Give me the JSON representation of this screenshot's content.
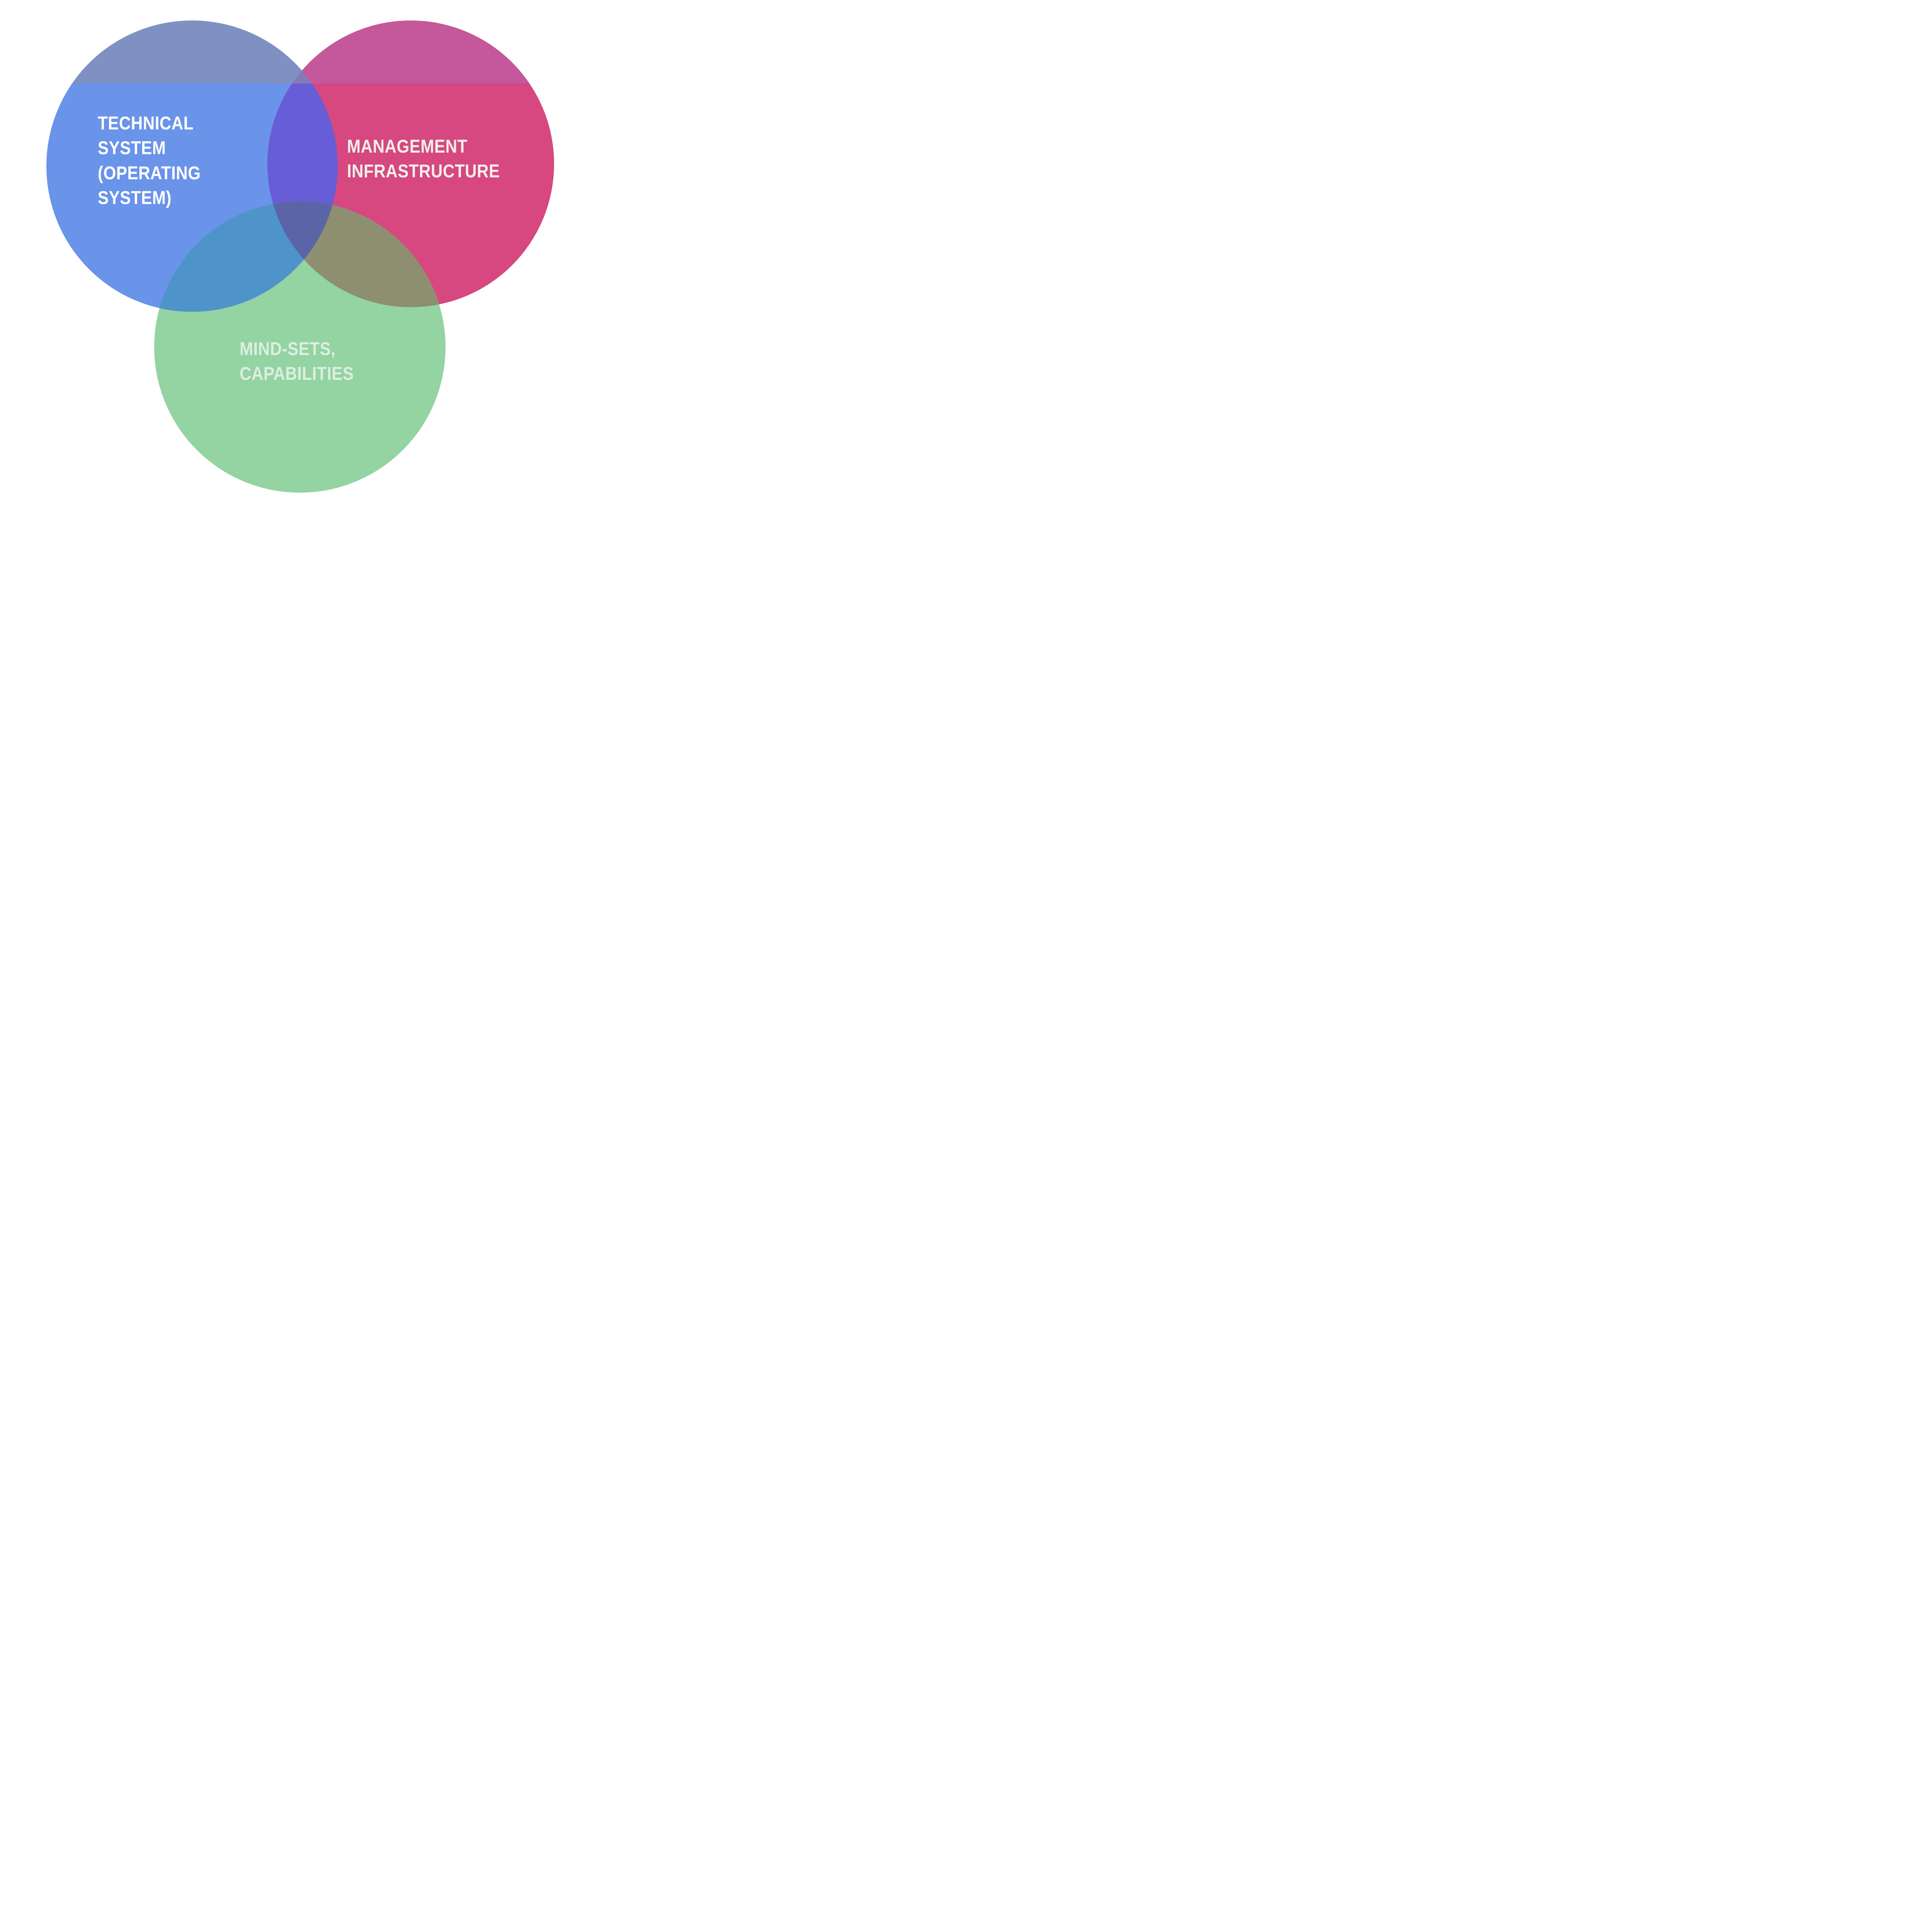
{
  "diagram": {
    "type": "venn-3",
    "background": "#ffffff",
    "sets": [
      {
        "id": "technical-system",
        "label": "TECHNICAL SYSTEM (OPERATING SYSTEM)",
        "lines": [
          "TECHNICAL",
          "SYSTEM",
          "(OPERATING",
          "SYSTEM)"
        ],
        "color": "#6a93ea",
        "text_color": "#ffffff"
      },
      {
        "id": "management-infrastructure",
        "label": "MANAGEMENT INFRASTRUCTURE",
        "lines": [
          "MANAGEMENT",
          "INFRASTRUCTURE"
        ],
        "color": "#d6487f",
        "text_color": "#f2efe9"
      },
      {
        "id": "mindsets-capabilities",
        "label": "MIND-SETS, CAPABILITIES",
        "lines": [
          "MIND-SETS,",
          "CAPABILITIES"
        ],
        "color": "#94d3a2",
        "text_color": "#dceee1"
      }
    ],
    "overlaps": {
      "technical_management": "#675dd6",
      "management_mindsets": "#8d8f70",
      "technical_mindsets": "#4f93cb",
      "center": "#5c64a8"
    },
    "top_band": {
      "technical": "#7f91c3",
      "management": "#c4589a",
      "overlap": "#8678bb"
    }
  }
}
